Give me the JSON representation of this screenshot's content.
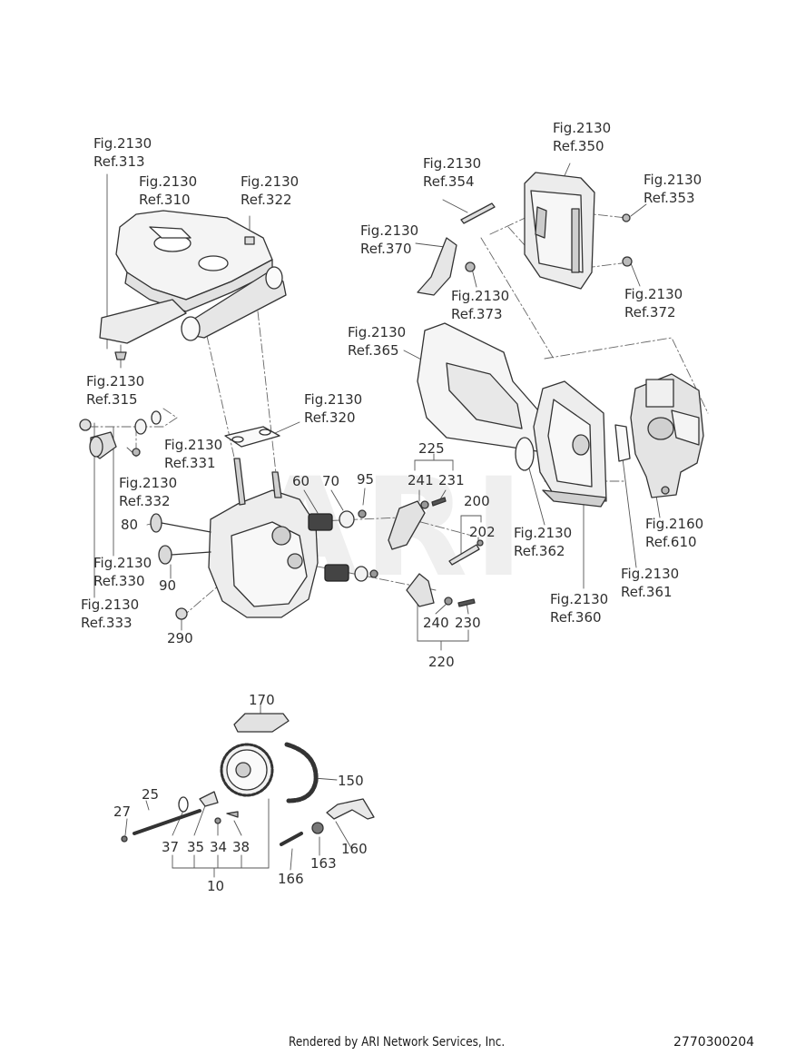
{
  "watermark": "ARI",
  "footer": {
    "rendered_by": "Rendered by ARI Network Services, Inc.",
    "doc_number": "2770300204"
  },
  "refs": {
    "r313": {
      "fig": "Fig.2130",
      "ref": "Ref.313"
    },
    "r310": {
      "fig": "Fig.2130",
      "ref": "Ref.310"
    },
    "r322": {
      "fig": "Fig.2130",
      "ref": "Ref.322"
    },
    "r315": {
      "fig": "Fig.2130",
      "ref": "Ref.315"
    },
    "r320": {
      "fig": "Fig.2130",
      "ref": "Ref.320"
    },
    "r331": {
      "fig": "Fig.2130",
      "ref": "Ref.331"
    },
    "r332": {
      "fig": "Fig.2130",
      "ref": "Ref.332"
    },
    "r330": {
      "fig": "Fig.2130",
      "ref": "Ref.330"
    },
    "r333": {
      "fig": "Fig.2130",
      "ref": "Ref.333"
    },
    "r350": {
      "fig": "Fig.2130",
      "ref": "Ref.350"
    },
    "r354": {
      "fig": "Fig.2130",
      "ref": "Ref.354"
    },
    "r353": {
      "fig": "Fig.2130",
      "ref": "Ref.353"
    },
    "r370": {
      "fig": "Fig.2130",
      "ref": "Ref.370"
    },
    "r373": {
      "fig": "Fig.2130",
      "ref": "Ref.373"
    },
    "r372": {
      "fig": "Fig.2130",
      "ref": "Ref.372"
    },
    "r365": {
      "fig": "Fig.2130",
      "ref": "Ref.365"
    },
    "r362": {
      "fig": "Fig.2130",
      "ref": "Ref.362"
    },
    "r360": {
      "fig": "Fig.2130",
      "ref": "Ref.360"
    },
    "r361": {
      "fig": "Fig.2130",
      "ref": "Ref.361"
    },
    "r610": {
      "fig": "Fig.2160",
      "ref": "Ref.610"
    }
  },
  "parts": {
    "p225": "225",
    "p241": "241",
    "p231": "231",
    "p200": "200",
    "p202": "202",
    "p60": "60",
    "p70": "70",
    "p95": "95",
    "p80": "80",
    "p90": "90",
    "p290": "290",
    "p240": "240",
    "p230": "230",
    "p220": "220",
    "p170": "170",
    "p150": "150",
    "p25": "25",
    "p27": "27",
    "p37": "37",
    "p35": "35",
    "p34": "34",
    "p38": "38",
    "p10": "10",
    "p166": "166",
    "p163": "163",
    "p160": "160"
  }
}
